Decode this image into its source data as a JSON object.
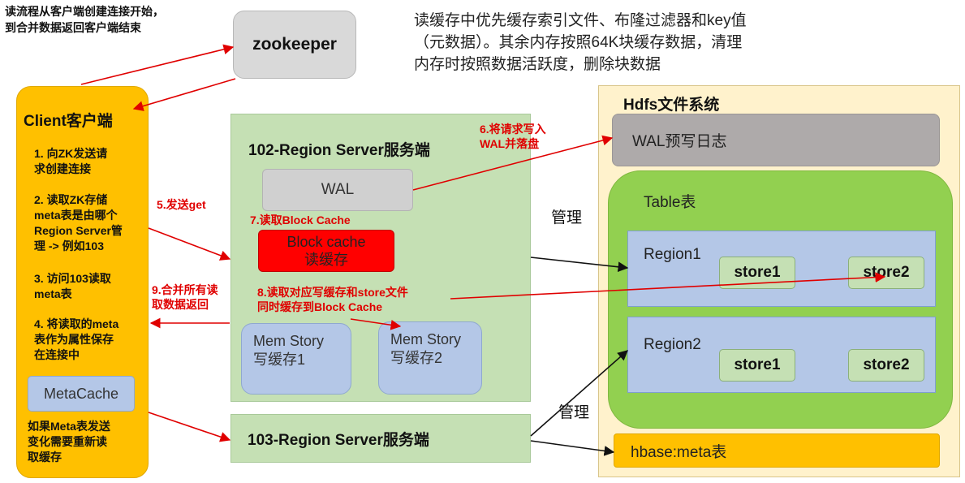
{
  "note_top_left": [
    "读流程从客户端创建连接开始，",
    "到合并数据返回客户端结束"
  ],
  "note_top": [
    "读缓存中优先缓存索引文件、布隆过滤器和key值",
    "（元数据）。其余内存按照64K块缓存数据，清理",
    "内存时按照数据活跃度，删除块数据"
  ],
  "zookeeper": "zookeeper",
  "client": {
    "title": "Client客户端",
    "steps": [
      [
        "1. 向ZK发送请",
        "求创建连接"
      ],
      [
        "2. 读取ZK存储",
        "meta表是由哪个",
        "Region Server管",
        "理 -> 例如103"
      ],
      [
        "3. 访问103读取",
        "meta表"
      ],
      [
        "4. 将读取的meta",
        "表作为属性保存",
        "在连接中"
      ]
    ],
    "metacache": "MetaCache",
    "footer": [
      "如果Meta表发送",
      "变化需要重新读",
      "取缓存"
    ]
  },
  "rs102": {
    "title": "102-Region Server服务端",
    "wal": "WAL",
    "block_cache": [
      "Block cache",
      "读缓存"
    ],
    "mem1": [
      "Mem Story",
      "写缓存1"
    ],
    "mem2": [
      "Mem Story",
      "写缓存2"
    ]
  },
  "rs103": {
    "title": "103-Region Server服务端"
  },
  "hdfs": {
    "title": "Hdfs文件系统",
    "wal_log": "WAL预写日志",
    "table": "Table表",
    "region1": {
      "title": "Region1",
      "stores": [
        "store1",
        "store2"
      ]
    },
    "region2": {
      "title": "Region2",
      "stores": [
        "store1",
        "store2"
      ]
    },
    "meta": "hbase:meta表"
  },
  "labels": {
    "send_get": "5.发送get",
    "write_wal": [
      "6.将请求写入",
      "WAL并落盘"
    ],
    "read_bc": "7.读取Block Cache",
    "read_store": [
      "8.读取对应写缓存和store文件",
      "同时缓存到Block Cache"
    ],
    "merge": [
      "9.合并所有读",
      "取数据返回"
    ],
    "manage1": "管理",
    "manage2": "管理"
  },
  "colors": {
    "client": "#ffc000",
    "region_server": "#c5e0b4",
    "hdfs": "#fff2cc",
    "table": "#92d050",
    "region": "#b4c7e7",
    "arrow_red": "#e00000"
  }
}
